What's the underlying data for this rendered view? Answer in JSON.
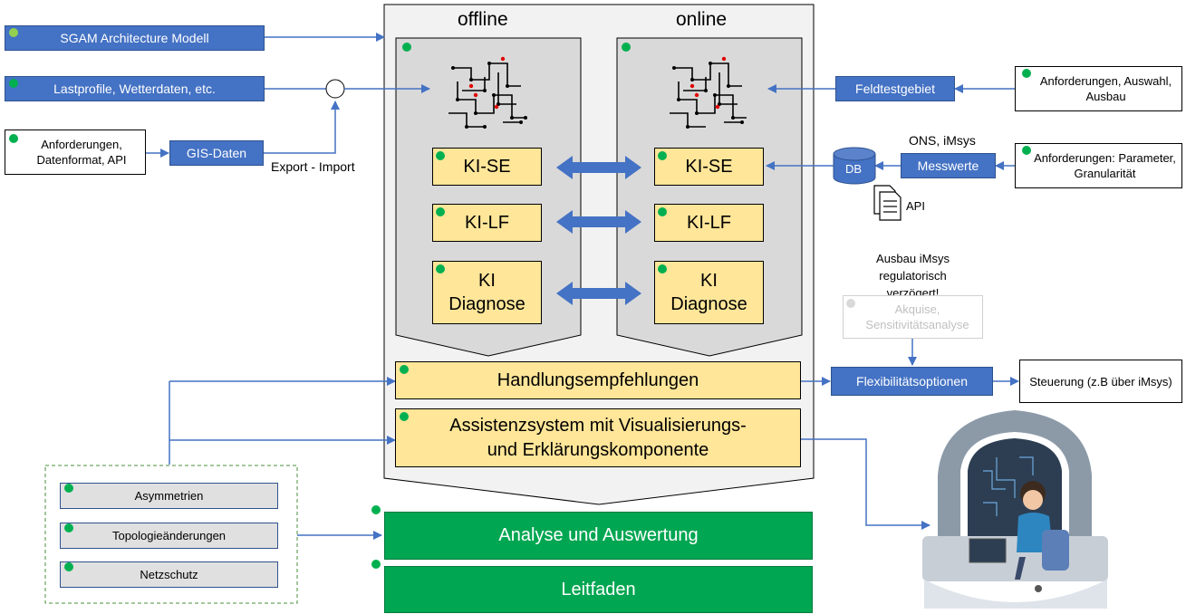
{
  "inputs_left": {
    "sgam": "SGAM Architecture Modell",
    "lastprofile": "Lastprofile, Wetterdaten, etc.",
    "anforderungen_datenformat": "Anforderungen, Datenformat, API",
    "gis_daten": "GIS-Daten",
    "export_import": "Export - Import"
  },
  "columns": {
    "offline": "offline",
    "online": "online"
  },
  "ki_modules": {
    "offline": [
      "KI-SE",
      "KI-LF",
      "KI Diagnose"
    ],
    "online": [
      "KI-SE",
      "KI-LF",
      "KI Diagnose"
    ]
  },
  "inputs_right": {
    "feldtestgebiet": "Feldtestgebiet",
    "anforderungen_auswahl": "Anforderungen, Auswahl, Ausbau",
    "ons_imsys": "ONS, iMsys",
    "db": "DB",
    "messwerte": "Messwerte",
    "anforderungen_parameter": "Anforderungen: Parameter, Granularität",
    "api": "API",
    "ausbau_note": "Ausbau iMsys regulatorisch verzögert!",
    "akquise": "Akquise, Sensitivitätsanalyse",
    "flexibilitaet": "Flexibilitätsoptionen",
    "steuerung": "Steuerung (z.B über iMsys)"
  },
  "bottom": {
    "handlung": "Handlungsempfehlungen",
    "assistenz": "Assistenzsystem mit Visualisierungs- und Erklärungskomponente",
    "analyse": "Analyse und Auswertung",
    "leitfaden": "Leitfaden"
  },
  "side_items": [
    "Asymmetrien",
    "Topologieänderungen",
    "Netzschutz"
  ],
  "colors": {
    "blue": "#4472c4",
    "yellow": "#ffe699",
    "green": "#00a651",
    "dot": "#00b050",
    "grey": "#d9d9d9"
  }
}
